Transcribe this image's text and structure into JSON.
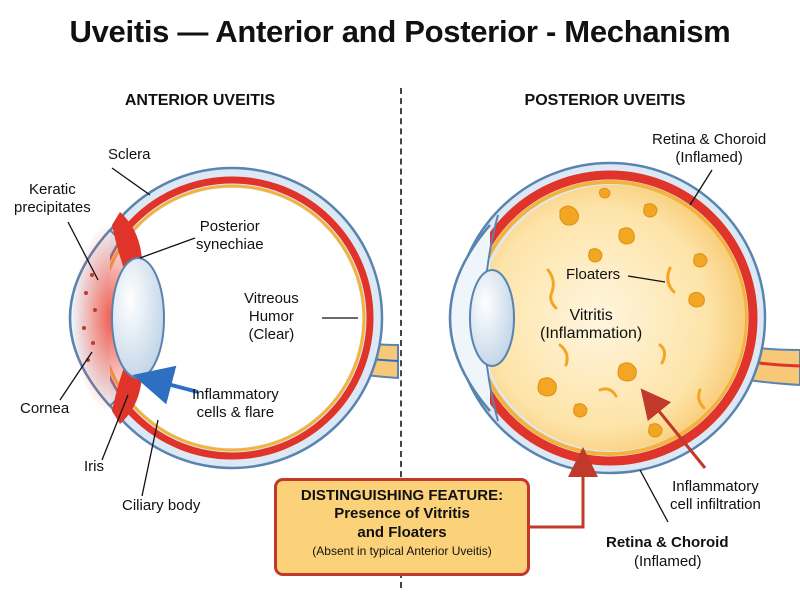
{
  "title": "Uveitis — Anterior and Posterior - Mechanism",
  "panels": {
    "anterior": {
      "heading": "ANTERIOR UVEITIS",
      "labels": {
        "sclera": "Sclera",
        "keratic": "Keratic\nprecipitates",
        "synechiae": "Posterior\nsynechiae",
        "vitreous": "Vitreous\nHumor\n(Clear)",
        "cornea": "Cornea",
        "inflammatory": "Inflammatory\ncells & flare",
        "iris": "Iris",
        "ciliary": "Ciliary body"
      }
    },
    "posterior": {
      "heading": "POSTERIOR UVEITIS",
      "labels": {
        "retina_top": "Retina & Choroid\n(Inflamed)",
        "floaters": "Floaters",
        "vitritis": "Vitritis\n(Inflammation)",
        "infiltration": "Inflammatory\ncell infiltration",
        "retina_bottom_name": "Retina & Choroid",
        "retina_bottom_state": "(Inflamed)"
      }
    }
  },
  "callout": {
    "line1": "DISTINGUISHING FEATURE:",
    "line2": "Presence of Vitritis",
    "line3": "and Floaters",
    "line4": "(Absent in typical Anterior Uveitis)"
  },
  "colors": {
    "sclera_fill": "#dce9f5",
    "sclera_stroke": "#5a84b0",
    "choroid_red": "#e0332a",
    "inflamed_orange": "#f4b23c",
    "vitritis_fill": "#fde3a7",
    "floater": "#f2a623",
    "callout_fill": "#fbd27a",
    "arrow_red": "#c0392b",
    "arrow_blue": "#2f6fc2"
  }
}
